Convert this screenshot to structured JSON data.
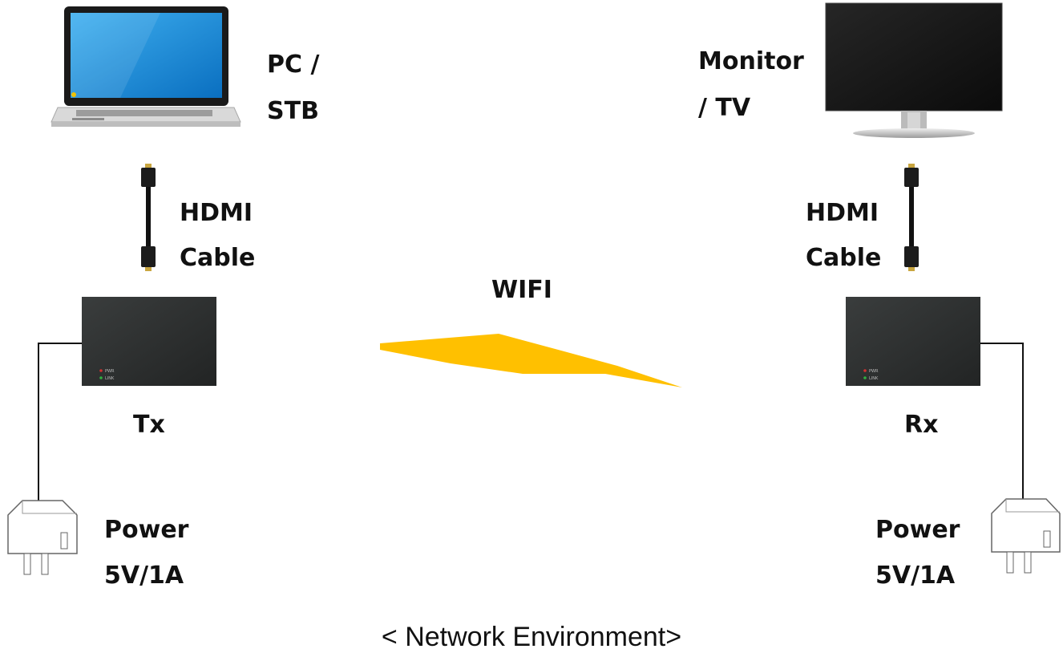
{
  "source": {
    "line1": "PC /",
    "line2": "STB"
  },
  "sink": {
    "line1": "Monitor",
    "line2": "/ TV"
  },
  "cable_left": {
    "line1": "HDMI",
    "line2": "Cable"
  },
  "cable_right": {
    "line1": "HDMI",
    "line2": "Cable"
  },
  "wireless": {
    "label": "WIFI",
    "color": "#FFC000"
  },
  "transmitter": {
    "label": "Tx",
    "led1": "PWR",
    "led2": "LINK"
  },
  "receiver": {
    "label": "Rx",
    "led1": "PWR",
    "led2": "LINK"
  },
  "power_left": {
    "line1": "Power",
    "line2": "5V/1A"
  },
  "power_right": {
    "line1": "Power",
    "line2": "5V/1A"
  },
  "caption": "< Network Environment>"
}
